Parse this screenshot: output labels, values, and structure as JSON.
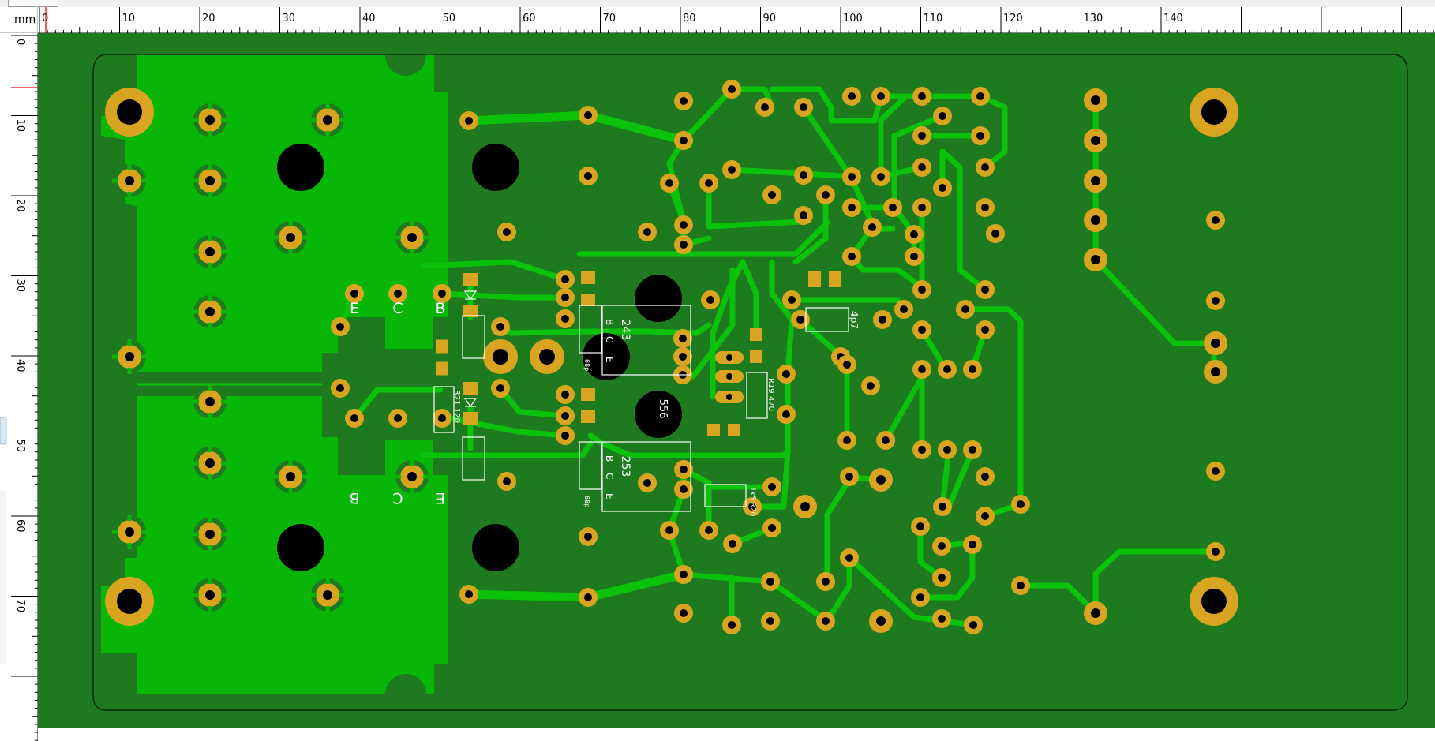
{
  "ruler": {
    "unit": "mm",
    "h_labels": [
      "0",
      "10",
      "20",
      "30",
      "40",
      "50",
      "60",
      "70",
      "80",
      "90",
      "100",
      "110",
      "120",
      "130",
      "140"
    ],
    "v_labels": [
      "0",
      "10",
      "20",
      "30",
      "40",
      "50",
      "60",
      "70"
    ]
  },
  "colors": {
    "board": "#1e7a1e",
    "copper_fill": "#07b607",
    "track": "#0bc20b",
    "pad": "#d9a520",
    "hole": "#000000",
    "silkscreen": "#ffffff",
    "ruler_bg": "#ffffff",
    "cursor_marker": "#e00000"
  },
  "silkscreen": {
    "upper_pins": [
      "E",
      "C",
      "B"
    ],
    "lower_pins": [
      "B",
      "C",
      "E"
    ],
    "q_upper": "243",
    "q_lower": "253",
    "q_upper_pins": [
      "B",
      "C",
      "E"
    ],
    "q_lower_pins": [
      "B",
      "C",
      "E"
    ],
    "r21": "R21 120",
    "r19": "R19 470",
    "r20": "1k5 R20",
    "cap_4p7": "4p7",
    "ic_556": "556",
    "label_68p_upper": "68p",
    "label_68p_lower": "68p"
  }
}
